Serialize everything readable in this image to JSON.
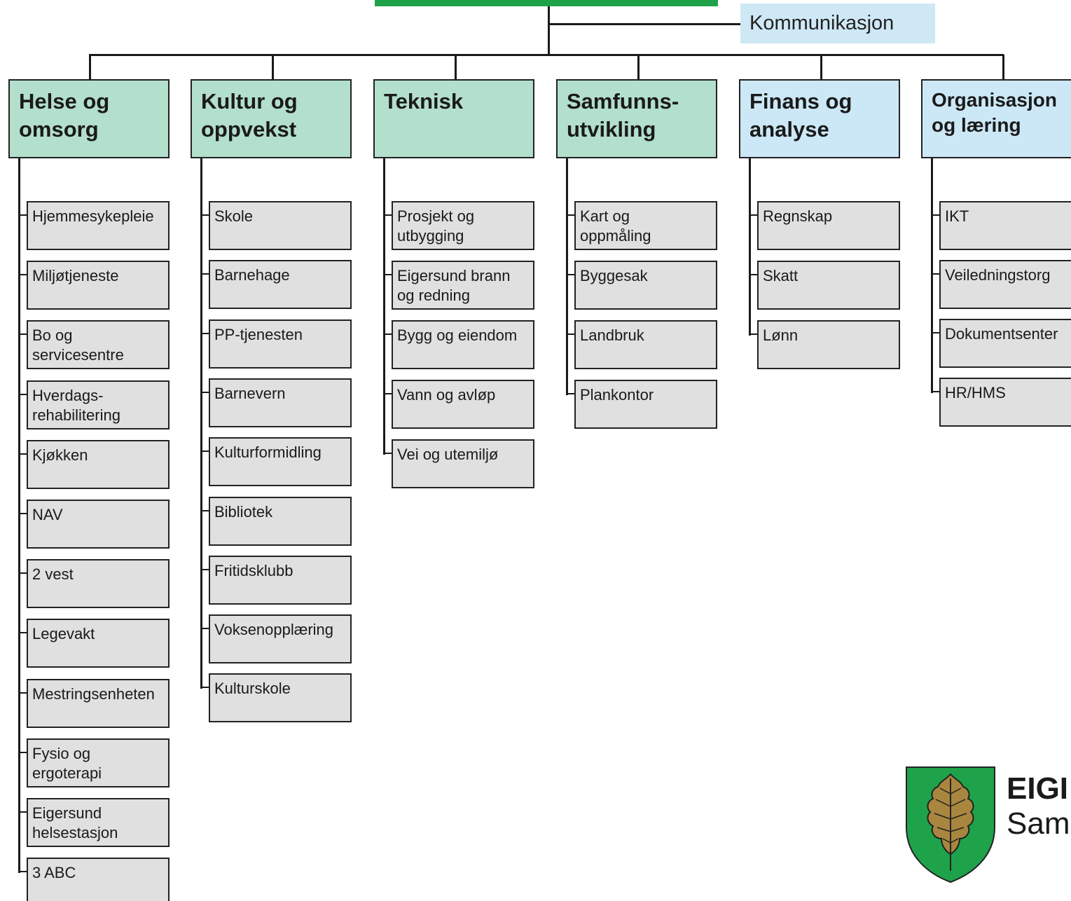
{
  "communication": "Kommunikasjon",
  "departments": [
    {
      "title": "Helse og\nomsorg",
      "color": "#b3dfcd",
      "units": [
        "Hjemmesykepleie",
        "Miljøtjeneste",
        "Bo og\nservicesentre",
        "Hverdags-\nrehabilitering",
        "Kjøkken",
        "NAV",
        "2 vest",
        "Legevakt",
        "Mestringsenheten",
        "Fysio og\nergoterapi",
        "Eigersund\nhelsestasjon",
        "3 ABC"
      ]
    },
    {
      "title": "Kultur og\noppvekst",
      "color": "#b3dfcd",
      "units": [
        "Skole",
        "Barnehage",
        "PP-tjenesten",
        "Barnevern",
        "Kulturformidling",
        "Bibliotek",
        "Fritidsklubb",
        "Voksenopplæring",
        "Kulturskole"
      ]
    },
    {
      "title": "Teknisk",
      "color": "#b3dfcd",
      "units": [
        "Prosjekt og\nutbygging",
        "Eigersund brann\nog redning",
        "Bygg og eiendom",
        "Vann og avløp",
        "Vei og utemiljø"
      ]
    },
    {
      "title": "Samfunns-\nutvikling",
      "color": "#b3dfcd",
      "units": [
        "Kart og\noppmåling",
        "Byggesak",
        "Landbruk",
        "Plankontor"
      ]
    },
    {
      "title": "Finans og\nanalyse",
      "color": "#cce8f6",
      "units": [
        "Regnskap",
        "Skatt",
        "Lønn"
      ]
    },
    {
      "title": "Organisasjon\nog læring",
      "color": "#cce8f6",
      "units": [
        "IKT",
        "Veiledningstorg",
        "Dokumentsenter",
        "HR/HMS"
      ]
    }
  ],
  "logo": {
    "name": "EIGI",
    "sub": "Sam"
  }
}
